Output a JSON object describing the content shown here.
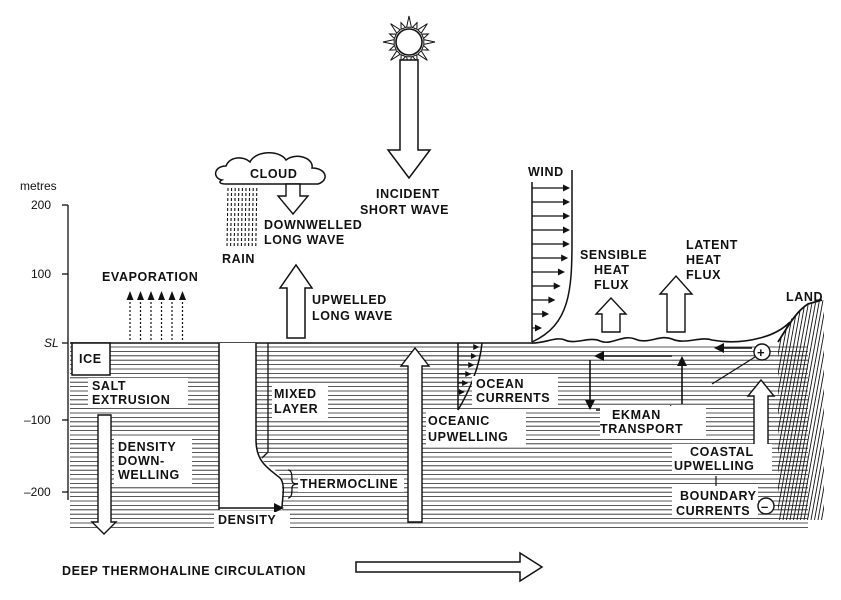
{
  "axis": {
    "unit": "metres",
    "ticks": [
      "200",
      "100",
      "SL",
      "–100",
      "–200"
    ]
  },
  "labels": {
    "cloud": "CLOUD",
    "rain": "RAIN",
    "downwelled_1": "DOWNWELLED",
    "downwelled_2": "LONG WAVE",
    "incident_1": "INCIDENT",
    "incident_2": "SHORT WAVE",
    "wind": "WIND",
    "evaporation": "EVAPORATION",
    "upwelled_1": "UPWELLED",
    "upwelled_2": "LONG WAVE",
    "sensible_1": "SENSIBLE",
    "sensible_2": "HEAT",
    "sensible_3": "FLUX",
    "latent_1": "LATENT",
    "latent_2": "HEAT",
    "latent_3": "FLUX",
    "land": "LAND",
    "ice": "ICE",
    "salt_1": "SALT",
    "salt_2": "EXTRUSION",
    "mixed_1": "MIXED",
    "mixed_2": "LAYER",
    "ocean_currents_1": "OCEAN",
    "ocean_currents_2": "CURRENTS",
    "oceanic_up_1": "OCEANIC",
    "oceanic_up_2": "UPWELLING",
    "ekman_1": "EKMAN",
    "ekman_2": "TRANSPORT",
    "density_dw_1": "DENSITY",
    "density_dw_2": "DOWN-",
    "density_dw_3": "WELLING",
    "thermocline": "THERMOCLINE",
    "density": "DENSITY",
    "coastal_1": "COASTAL",
    "coastal_2": "UPWELLING",
    "boundary_1": "BOUNDARY",
    "boundary_2": "CURRENTS",
    "plus": "+",
    "minus": "–",
    "deep_thermohaline": "DEEP THERMOHALINE CIRCULATION"
  },
  "colors": {
    "ink": "#111111",
    "paper": "#ffffff"
  },
  "icons": [
    "sun-icon",
    "cloud-icon",
    "rain-icon",
    "ice-block",
    "land-hatch"
  ]
}
